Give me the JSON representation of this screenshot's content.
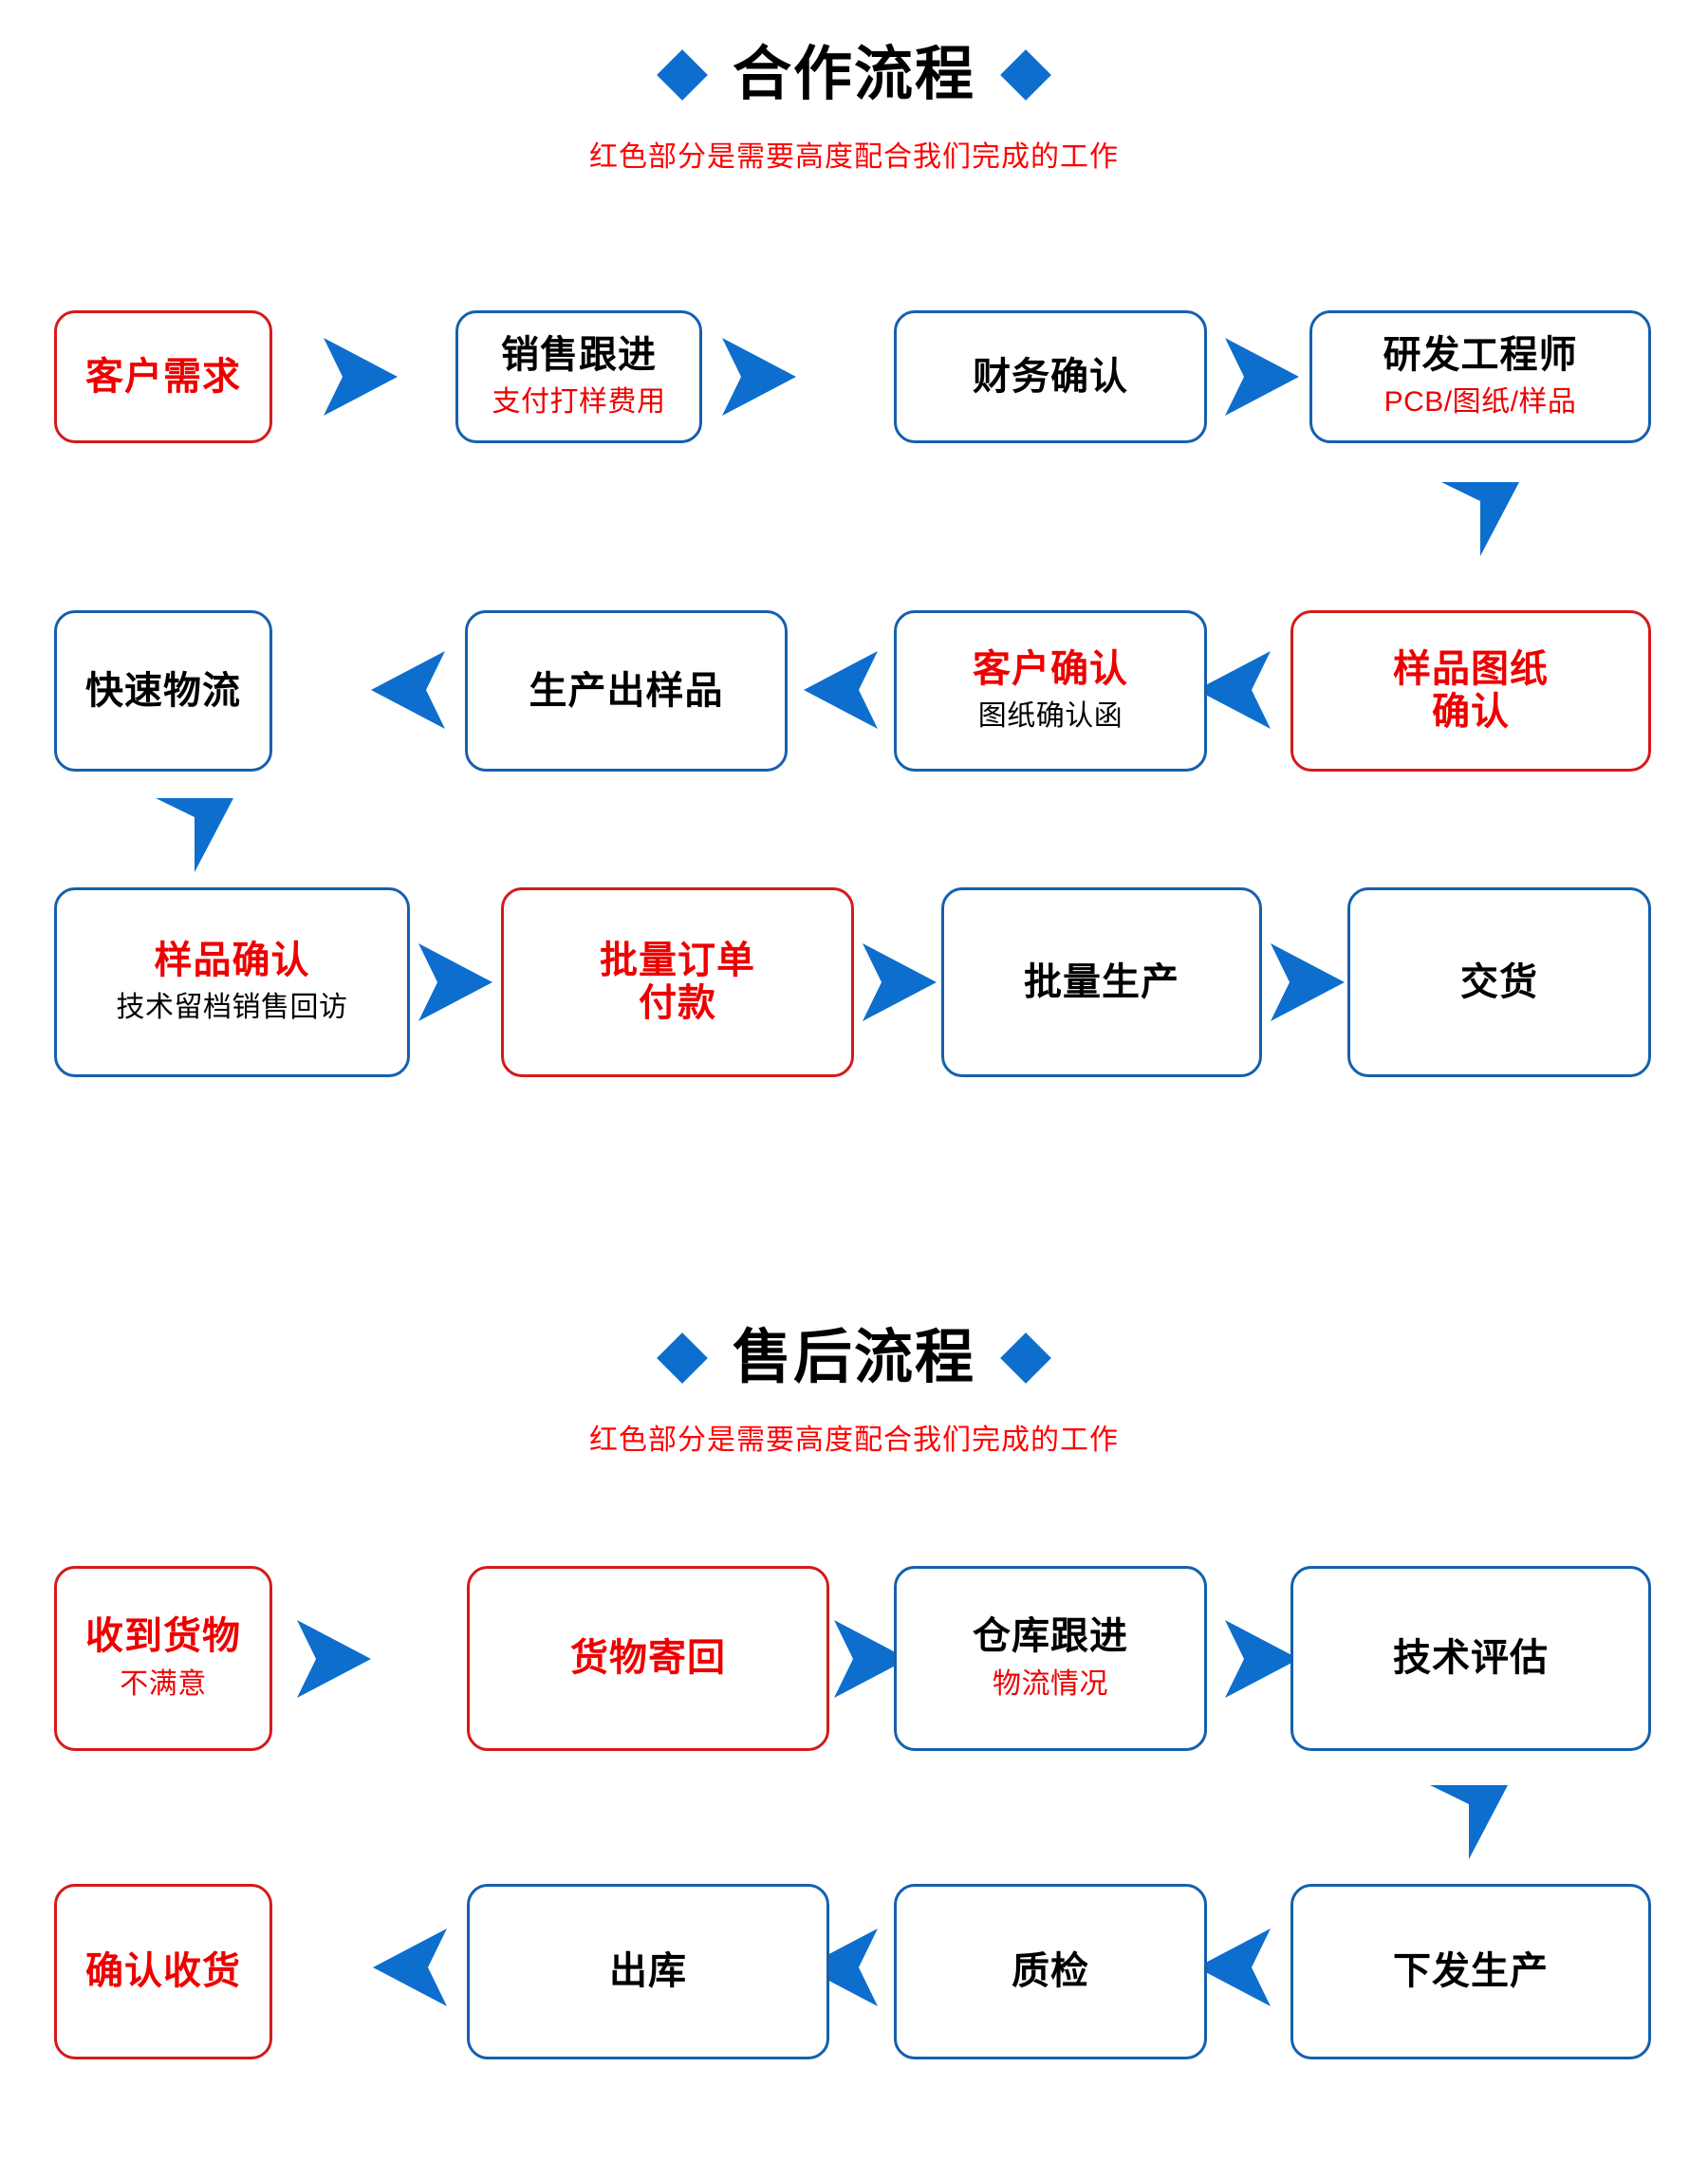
{
  "sections": [
    {
      "id": "cooperation",
      "title": "合作流程",
      "subtitle": "红色部分是需要高度配合我们完成的工作",
      "nodes": [
        {
          "title": "客户需求",
          "sub": "",
          "style": "red-box-red-text"
        },
        {
          "title": "销售跟进",
          "sub": "支付打样费用",
          "style": "blue-box-black-title-red-sub"
        },
        {
          "title": "财务确认",
          "sub": "",
          "style": "blue-box-black-text"
        },
        {
          "title": "研发工程师",
          "sub": "PCB/图纸/样品",
          "style": "blue-box-black-title-red-sub"
        },
        {
          "title": "样品图纸\n确认",
          "sub": "",
          "style": "red-box-red-text"
        },
        {
          "title": "客户确认",
          "sub": "图纸确认函",
          "style": "blue-box-red-title-black-sub"
        },
        {
          "title": "生产出样品",
          "sub": "",
          "style": "blue-box-black-text"
        },
        {
          "title": "快速物流",
          "sub": "",
          "style": "blue-box-black-text"
        },
        {
          "title": "样品确认",
          "sub": "技术留档销售回访",
          "style": "blue-box-red-title-black-sub"
        },
        {
          "title": "批量订单\n付款",
          "sub": "",
          "style": "red-box-red-text"
        },
        {
          "title": "批量生产",
          "sub": "",
          "style": "blue-box-black-text"
        },
        {
          "title": "交货",
          "sub": "",
          "style": "blue-box-black-text"
        }
      ]
    },
    {
      "id": "aftersales",
      "title": "售后流程",
      "subtitle": "红色部分是需要高度配合我们完成的工作",
      "nodes": [
        {
          "title": "收到货物",
          "sub": "不满意",
          "style": "red-box-red-text"
        },
        {
          "title": "货物寄回",
          "sub": "",
          "style": "red-box-red-text"
        },
        {
          "title": "仓库跟进",
          "sub": "物流情况",
          "style": "blue-box-black-title-red-sub"
        },
        {
          "title": "技术评估",
          "sub": "",
          "style": "blue-box-black-text"
        },
        {
          "title": "下发生产",
          "sub": "",
          "style": "blue-box-black-text"
        },
        {
          "title": "质检",
          "sub": "",
          "style": "blue-box-black-text"
        },
        {
          "title": "出库",
          "sub": "",
          "style": "blue-box-black-text"
        },
        {
          "title": "确认收货",
          "sub": "",
          "style": "red-box-red-text"
        }
      ]
    }
  ],
  "colors": {
    "accent_blue": "#0d6ecd",
    "box_blue": "#1560ad",
    "red": "#ee0000",
    "box_red": "#d51a1a",
    "text_black": "#000000",
    "background": "#ffffff"
  },
  "icons": {
    "diamond": "diamond-icon",
    "arrow_right": "arrow-right-icon",
    "arrow_left": "arrow-left-icon",
    "arrow_down": "arrow-down-icon"
  }
}
